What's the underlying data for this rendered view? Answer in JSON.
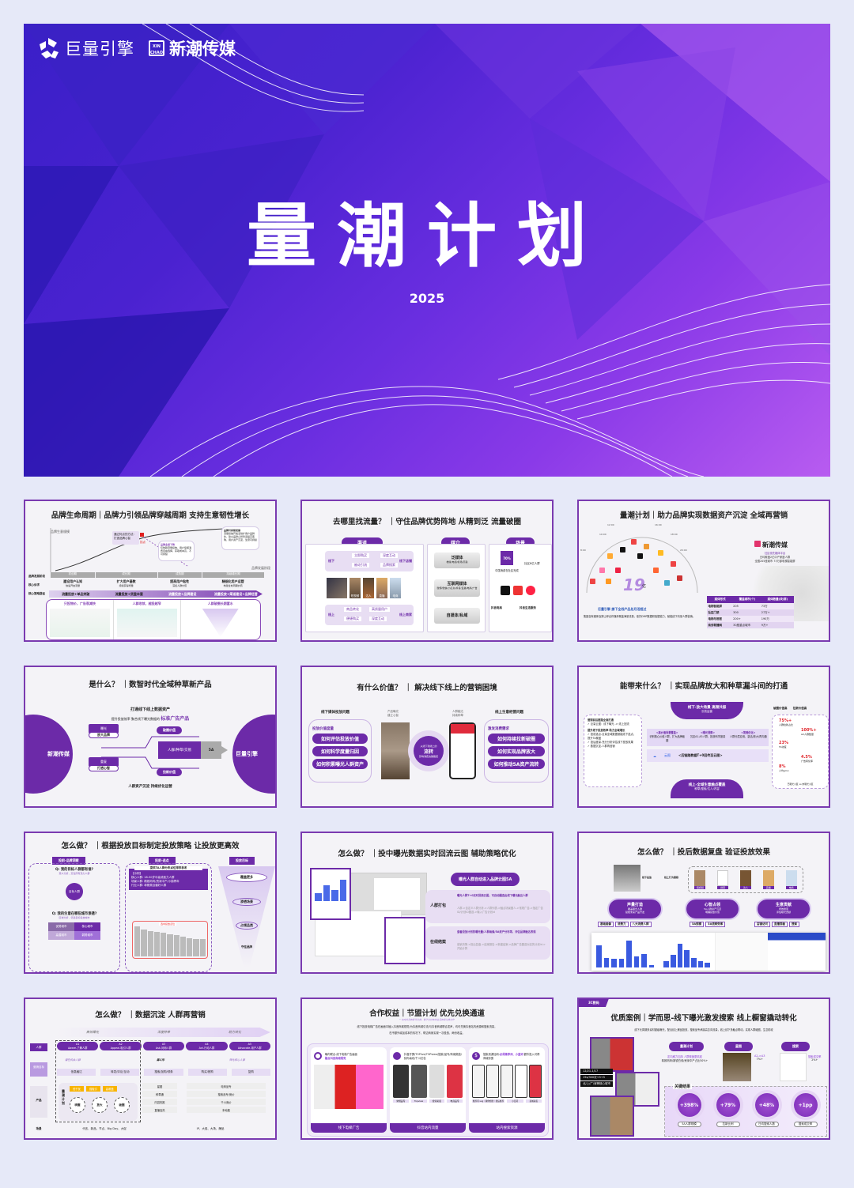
{
  "cover": {
    "logo_left": "巨量引擎",
    "logo_right": "新潮传媒",
    "logo_right_badge": "XIN CHAO",
    "title": "量潮计划",
    "year": "2025",
    "colors": {
      "bg_start": "#3a1fc8",
      "bg_end": "#b85cf0"
    }
  },
  "slides": [
    {
      "title": "品牌生命周期｜品牌力引领品牌穿越周期 支持生意韧性增长",
      "axis_y": "品牌生意规模",
      "axis_x": "品牌发展阶段",
      "callout_1": "通过何点的方法: 打造品牌心智",
      "callout_point": "拐点",
      "callout_2_title": "品牌业绩下降",
      "callout_2_body": "仅依赖流量投放，用户停留消费自由选择，获取成本高，不可持续",
      "callout_3_title": "品牌可持续发展",
      "callout_3_body": "流量投放开发活动扩用户品牌化，建立品牌心智管道提高客购，用户资产沉淀，生意可持续",
      "row_label_1": "品牌发展阶段",
      "row_label_2": "核心诉求",
      "row_label_3": "核心策略路径",
      "stages": [
        "初创期",
        "成长期",
        "成熟期",
        "持续增长期"
      ],
      "needs": [
        "建设用户认知",
        "扩大用户基数",
        "提高用户粘性",
        "精细化用户运营"
      ],
      "needs_sub": [
        "快速开启流量",
        "持续获得增量",
        "深挖人群价值",
        "构建生命周期价值"
      ],
      "strategies": [
        "流量投放+单品突破",
        "流量投放+货盘丰富",
        "流量投放+品牌建设",
        "流量投放+渠道建设+品牌经营"
      ],
      "panels": [
        "只投物价，广告衰减快",
        "人群收敛，越投越窄",
        "人群破圈长期蓄水"
      ]
    },
    {
      "title": "去哪里找流量？ ｜守住品牌优势阵地 从精到泛 流量破圈",
      "headers": [
        "渠道",
        "媒介",
        "场景"
      ],
      "offline": "线下",
      "offline_store": "线下店铺",
      "offline_tags": [
        "立即购买",
        "深度互动",
        "被动引流",
        "品牌搜索"
      ],
      "online": "线上",
      "online_store": "线上商家",
      "online_tags": [
        "商品转化",
        "高质量用户",
        "便捷购买",
        "深度互动"
      ],
      "content_tags": [
        "短视频",
        "达人",
        "直播",
        "电商"
      ],
      "media": [
        {
          "name": "泛媒体",
          "sub": "梯媒/电视/机场/高铁"
        },
        {
          "name": "互联网媒体",
          "sub": "微博/微信/小红书/抖音/直播/电商/广告"
        },
        {
          "name": "自媒体/私域",
          "sub": ""
        }
      ],
      "scene_stat": "70%",
      "scene_stat_label": "中国消费在社区完成",
      "scene_users": "社区8亿人群",
      "scene_brands": [
        "抖音电商",
        "抖音生活服务"
      ]
    },
    {
      "title": "量潮计划｜助力品牌实现数据资产沉淀 全域再营销",
      "times": [
        "8:00",
        "10:00",
        "12:00",
        "14:00",
        "16:00",
        "18:00",
        "20:00"
      ],
      "center_value": "19",
      "center_unit": "亿",
      "engine_label": "巨量引擎 旗下全线产品总月活超过",
      "engine_desc": "集团自有媒体及穿山甲合作媒体覆盖海量流量，依托DMP数据积极塑能力，赋能线下向量人群营销。",
      "brand": "新潮传媒",
      "brand_lines": [
        "社区领先媒体平台",
        "日均覆盖2亿中产家庭人群",
        "全国205座城市 73万部电梯智能屏"
      ],
      "table_headers": [
        "媒体形式",
        "覆盖城市(个)",
        "媒体数量(块/屏)"
      ],
      "table_rows": [
        [
          "电梯智能屏",
          "205",
          "73万"
        ],
        [
          "社区门禁",
          "300",
          "27万+"
        ],
        [
          "电梯冬框框",
          "200+",
          "190万"
        ],
        [
          "商务联播网",
          "30座重点城市",
          "9万+"
        ]
      ]
    },
    {
      "title": "是什么？ ｜数智时代全域种草新产品",
      "top_line": "打通线下线上数据资产",
      "sub_line": "提升投放效率  聚合线下曝光数据的",
      "sub_highlight": "标准广告产品",
      "left_brand": "新潮传媒",
      "right_brand": "巨量引擎",
      "tag_1": "曝光",
      "tag_1_sub": "放大品牌",
      "tag_2": "重复",
      "tag_2_sub": "打透心智",
      "value_top": "破圈价值",
      "value_bottom": "拉新价值",
      "center": "人群/种草/交易",
      "center_end": "5A",
      "bottom_line": "人群资产沉淀  持续优化运营"
    },
    {
      "title": "有什么价值？  ｜  解决线下线上的营销困境",
      "left_title": "线下媒体投放问题",
      "left_sub": "投放价值度量",
      "left_items": [
        "如何评估投放价值",
        "如何科学度量归因",
        "如何积累曝光人群资产"
      ],
      "mid_left": "产品曝光\n建立心智",
      "mid_right": "人群触达\n持续种草",
      "center_top": "从线下到线上的",
      "center_main": "流转",
      "center_sub": "影响消费决策路径",
      "right_title": "线上生意经营问题",
      "right_sub": "激发消费需求",
      "right_items": [
        "如何持续拉新破圈",
        "如何实现品牌放大",
        "如何推动5A资产流转"
      ]
    },
    {
      "title": "能带来什么？ ｜实现品牌放大和种草漏斗间的打通",
      "left_h1": "营销前后链路全面打通",
      "left_p1": "✓ 巨量云图：线下曝光 -> 线上回流",
      "left_h2": "提升线下投放效率 助力全域增长",
      "left_p2": [
        "✓ 投前选点-巨量全域数据赋能线下选点，提升TA覆盖",
        "✓ 投后度量-充分分析评估线下投放效果",
        "✓ 数据沉淀-人群再营销"
      ],
      "top_band": "线下-放大场景 高频共振",
      "top_band_sub": "长效运营",
      "mid_cols": [
        {
          "h": "<高价值场景覆盖>",
          "p": "识别核心价值人群，扩大品牌破圈"
        },
        {
          "h": "<曝光洞察>",
          "p": "沉淀A1-A3人群，投放科学度量"
        },
        {
          "h": "<策略优化>",
          "p": "人群分层应用，激活/放大/再沟通"
        }
      ],
      "yuntu": "云图",
      "yuntu_text": "<后链路数据T+0回传至云图>",
      "bottom_band": "线上-全域生意触点覆盖",
      "bottom_band_sub": "种草/搜索/达人/内容",
      "right_headers": [
        "破圈价值高",
        "拉新价值高"
      ],
      "metrics": [
        {
          "v": "75%+",
          "l": "人群拉新占比"
        },
        {
          "v": "100%+",
          "l": "A2人群数量"
        },
        {
          "v": "23%",
          "l": "TA浓度"
        },
        {
          "v": "4.5%",
          "l": "广告转化率"
        },
        {
          "v": "8%",
          "l": "人均gmv"
        }
      ],
      "right_footer": "已曝光小区 vs 未曝光小区"
    },
    {
      "title": "怎么做？ ｜根据投放目标制定投放策略 让投放更高效",
      "steps": [
        "投前-品牌洞察",
        "投前-选点",
        "投放目标"
      ],
      "q1": "Q: 我的目标人群都有谁?",
      "q1_sub": "受众分析，定位所有潜力人群",
      "center_label": "目标人群",
      "q2": "Q: 我的生意在哪些城市渗透?",
      "q2_sub": "区域分析，筛选目标投放城市",
      "quadrants": [
        "优势城市",
        "核心城市",
        "高潜城市",
        "弱势城市"
      ],
      "ta_title": "提供TA人群分布点位排序参考",
      "ta_example": "【示例】",
      "ta_lines": [
        "核心人群: 18-50岁中高消费力人群",
        "场景人群: 精致妈妈/资深中产/小镇青年",
        "行业人群: 母婴类目偏好人群"
      ],
      "ta_badge": "选中投放点位",
      "chart_values": [
        180,
        160,
        145,
        140,
        135,
        128,
        120,
        112,
        100,
        98,
        96
      ],
      "goals": [
        "覆盖更多",
        "渗透场景",
        "占领品类",
        "守住品牌"
      ]
    },
    {
      "title": "怎么做？ ｜投中曝光数据实时回流云图  辅助策略优化",
      "header_pill": "曝光人群自动进入品牌云图5A",
      "cards": [
        {
          "label": "人群打包",
          "h": "曝光人群T+0实时回流云图，可自动圈选出线下曝光触达人群",
          "p": "人群->自定义人群分析->人群列表->触点场景圈人->常规广告->指定广告ID/计划ID圈选->输入广告计划id"
        },
        {
          "label": "在线结案",
          "h": "查看投放计划的曝光量/人群画像/5A资产分布等，评估品牌触达表现",
          "p": "营销决策->投后复盘->结案报告->新建结案->品牌广告圈选对应的计划id->开始计算"
        }
      ]
    },
    {
      "title": "怎么做？ ｜投后数据复盘  验证投放效果",
      "flow": [
        "线下投放",
        "线上行为跟踪"
      ],
      "thumbs": [
        "短视频",
        "搜索",
        "达人",
        "直播",
        "电商"
      ],
      "stages": [
        {
          "t": "声量打造",
          "s": "覆盖曝光人群\n赋能未来产品开发",
          "tags": [
            "基础画像",
            "消费力",
            "八大消费人群"
          ]
        },
        {
          "t": "心智占领",
          "s": "5A人群资产沉淀\n明确投放价值",
          "tags": [
            "5A规模",
            "5A流转效率"
          ]
        },
        {
          "t": "生意贡献",
          "s": "增效搜索\n评估曝光贡献",
          "tags": [
            "店铺访问",
            "直播观看",
            "搜索"
          ]
        }
      ],
      "bar_values_1": [
        70,
        30,
        28,
        28,
        85,
        35,
        42,
        8
      ],
      "bar_values_2": [
        20,
        40,
        75,
        55,
        30,
        20,
        15,
        15,
        12
      ]
    },
    {
      "title": "怎么做？ ｜数据沉淀  人群再营销",
      "phases": [
        "高效曝光",
        "深度种草",
        "助力转化"
      ],
      "row_labels": [
        "人群",
        "营销目标",
        "产品",
        "场景"
      ],
      "stages": [
        {
          "code": "A1",
          "name": "Aware-了解人群"
        },
        {
          "code": "A2",
          "name": "Appeal-吸引人群"
        },
        {
          "code": "A3",
          "name": "Ask-问询人群"
        },
        {
          "code": "A4",
          "name": "Act-行动人群"
        },
        {
          "code": "A5",
          "name": "Advocate-用户人群"
        }
      ],
      "flow_labels": [
        "潜在机会人群",
        "漏斗形",
        "转化核心人群"
      ],
      "goals": [
        "信息触达",
        "转发/评论/互动",
        "搜索/加购/领券",
        "购买/首购",
        "复购"
      ],
      "plan_label": "量潮计划",
      "plan_tags": [
        "低干扰",
        "强吸引",
        "高覆盖"
      ],
      "plan_circles": [
        "唤醒",
        "放大",
        "破圈"
      ],
      "mid_products": [
        "星图",
        "种草通",
        "内容热推",
        "直播加热"
      ],
      "right_products": [
        "电商品专",
        "搜索品专/竞价",
        "千川竞价",
        "本地推"
      ],
      "scenes_left": "代言、新品、节点、Big Day、大促",
      "scenes_right": "IP、大促、大场、爆品"
    },
    {
      "title": "合作权益｜节盟计划 优先兑换通道",
      "note": "* 仅向抖音商家可兑换，暂不支持本地生活商家兑换合作",
      "desc_1": "线下投放电梯广告在画面中植入抖音商城视觉/为抖音商城引流/与抖音商城联合发声，均可兑换抖音站内资源和搜索流量，",
      "desc_2": "在不额外增加成本的情况下，帮边商家实现一次投放，两份收益。",
      "cards": [
        {
          "head": "曝内联合-线下电梯广告画面",
          "hl": "融合抖音商城视觉",
          "footer": "线下电梯广告",
          "chips": []
        },
        {
          "head": "抖音开屏/TOPlive/TOPview/搜索/品专/商城频道/猜你喜欢/千川红包",
          "hl": "",
          "footer": "抖音站内流量",
          "chips": [
            "常规品专",
            "Topview",
            "搜索彩蛋",
            "电商品专"
          ]
        },
        {
          "head": "搜索资源加码:",
          "hl": "必得推荐词、小蓝词",
          "head2": "额外投入可得商城彩蛋",
          "footer": "站内搜索资源",
          "chips": [
            "推荐词 sug｜猜你想搜｜搜后推荐",
            "小蓝词",
            "商城彩蛋"
          ]
        }
      ]
    },
    {
      "tag": "3C数码",
      "title": "优质案例｜学而思-线下曝光激发搜索  线上橱窗撬动转化",
      "desc": "线下长周期多素材超级曝光，配合线上爆品投放，搜索品专承接高意向流量，线上线下多触点联动，实现人群破圈，生意助攻",
      "info": [
        "12/21-1/17",
        "15s/300次+5+5",
        "北/上/广/深等核心城市"
      ],
      "cols": [
        {
          "pill": "量潮计划",
          "hl": "定向威力加持 人群覆盖更精准",
          "p": "精致妈妈/新锐白领/资深中产占比50%+"
        },
        {
          "pill": "星图",
          "hl": "A2->A3",
          "p": "7%+"
        },
        {
          "pill": "搜索",
          "hl": "搜索成交率",
          "p": "2%+"
        }
      ],
      "results_title": "关键结果",
      "results": [
        {
          "v": "+398%",
          "l": "5A人群规模"
        },
        {
          "v": "+79%",
          "l": "拉新比例"
        },
        {
          "v": "+48%",
          "l": "日均搜索人数"
        },
        {
          "v": "+1pp",
          "l": "搜索成交率"
        }
      ]
    }
  ]
}
